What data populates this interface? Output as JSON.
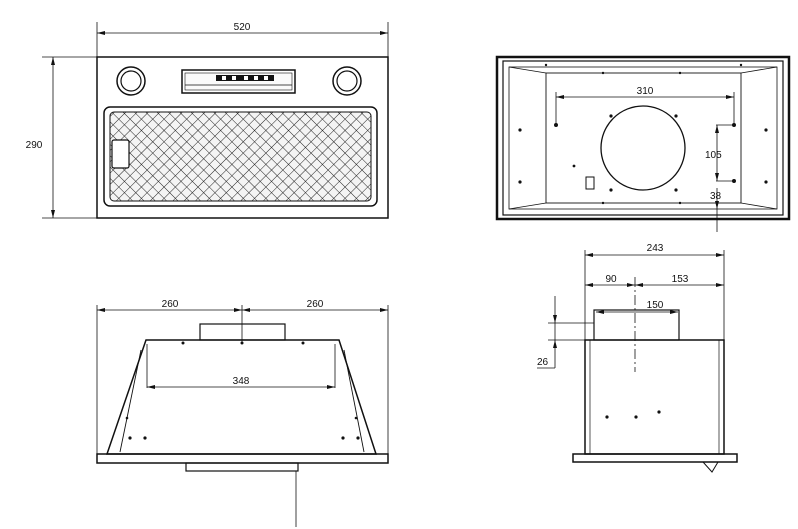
{
  "front_view": {
    "width_label": "520",
    "height_label": "290"
  },
  "top_view": {
    "spacing_label": "310",
    "vertical_label": "105",
    "offset_label": "38"
  },
  "rear_view": {
    "left_label": "260",
    "right_label": "260",
    "inner_label": "348"
  },
  "side_view": {
    "depth_label": "243",
    "left_label": "90",
    "right_label": "153",
    "outlet_label": "150",
    "height_label": "26"
  }
}
